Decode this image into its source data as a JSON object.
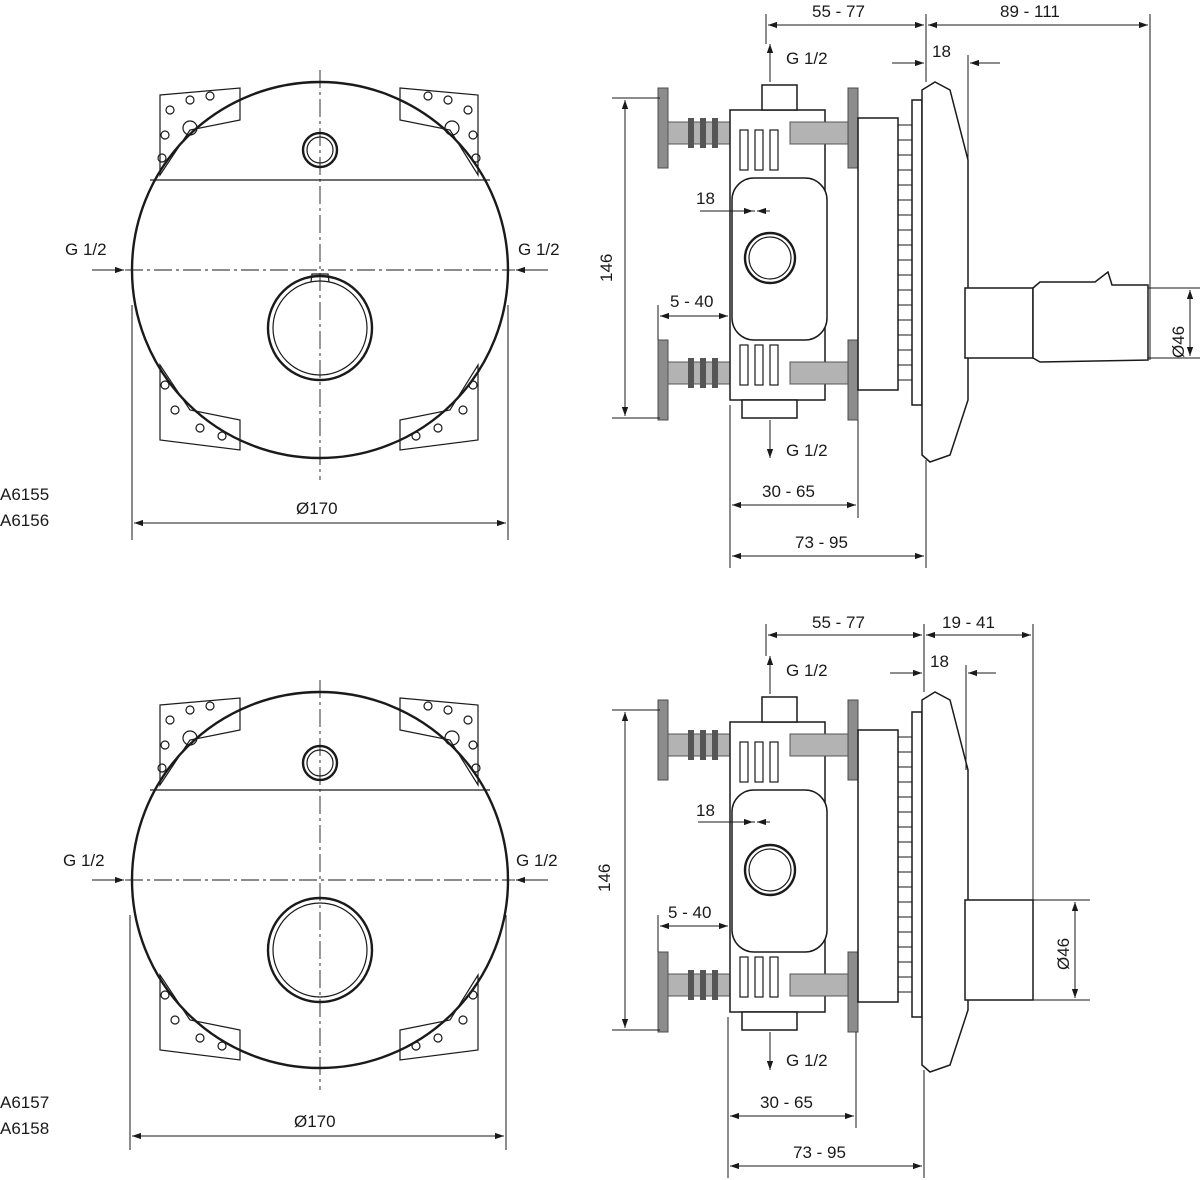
{
  "drawings": [
    {
      "models": [
        "A6155",
        "A6156"
      ],
      "front": {
        "inlet_left": "G 1/2",
        "inlet_right": "G 1/2",
        "diameter": "Ø170"
      },
      "side": {
        "top_dim_a": "55 - 77",
        "top_dim_b": "89 - 111",
        "small_dim": "18",
        "outlet_top": "G 1/2",
        "outlet_bottom": "G 1/2",
        "height": "146",
        "inner_18": "18",
        "adjust": "5 - 40",
        "depth_a": "30 - 65",
        "depth_b": "73 - 95",
        "handle_dia": "Ø46"
      }
    },
    {
      "models": [
        "A6157",
        "A6158"
      ],
      "front": {
        "inlet_left": "G 1/2",
        "inlet_right": "G 1/2",
        "diameter": "Ø170"
      },
      "side": {
        "top_dim_a": "55 - 77",
        "top_dim_b": "19 - 41",
        "small_dim": "18",
        "outlet_top": "G 1/2",
        "outlet_bottom": "G 1/2",
        "height": "146",
        "inner_18": "18",
        "adjust": "5 - 40",
        "depth_a": "30 - 65",
        "depth_b": "73 - 95",
        "handle_dia": "Ø46"
      }
    }
  ]
}
